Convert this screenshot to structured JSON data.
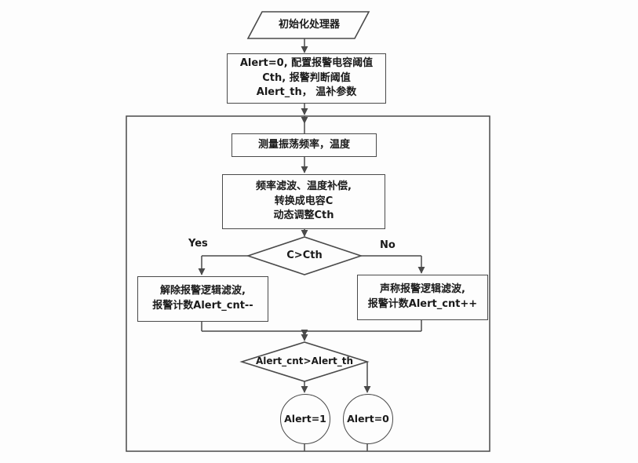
{
  "diagram": {
    "start_label": "初始化处理器",
    "init_box": {
      "line1": "Alert=0, 配置报警电容阈值",
      "line2": "Cth, 报警判断阈值",
      "line3": "Alert_th， 温补参数"
    },
    "measure_box": "测量振荡频率，温度",
    "process_box": {
      "line1": "频率滤波、温度补偿,",
      "line2": "转换成电容C",
      "line3": "动态调整Cth"
    },
    "decision_cth": "C>Cth",
    "branch_yes": "Yes",
    "branch_no": "No",
    "clear_alarm_box": {
      "line1": "解除报警逻辑滤波,",
      "line2": "报警计数Alert_cnt--"
    },
    "set_alarm_box": {
      "line1": "声称报警逻辑滤波,",
      "line2": "报警计数Alert_cnt++"
    },
    "decision_alert_cnt": "Alert_cnt>Alert_th",
    "alert_on": "Alert=1",
    "alert_off": "Alert=0"
  },
  "colors": {
    "line": "#4a4a4a",
    "text": "#1a1a1a",
    "background": "#fdfdfd"
  }
}
